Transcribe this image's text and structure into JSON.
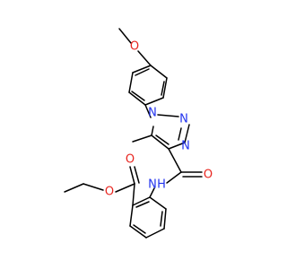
{
  "molecule": {
    "atoms": {
      "o_methoxy": "O",
      "n1": "N",
      "n2": "N",
      "n3": "N",
      "o_amide": "O",
      "nh": "H",
      "nh_n": "N",
      "o_ester_carbonyl": "O",
      "o_ester": "O"
    },
    "colors": {
      "bond": "#000000",
      "oxygen": "#e8251f",
      "nitrogen": "#2233ee"
    }
  }
}
